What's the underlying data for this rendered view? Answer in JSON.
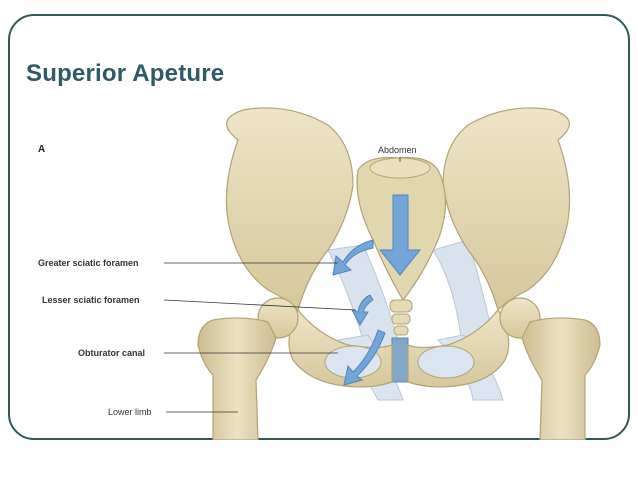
{
  "slide": {
    "title": "Superior Apeture"
  },
  "figure": {
    "panel_letter": "A",
    "labels": {
      "abdomen": "Abdomen",
      "greater_sciatic_foramen": "Greater sciatic foramen",
      "lesser_sciatic_foramen": "Lesser sciatic foramen",
      "obturator_canal": "Obturator canal",
      "lower_limb": "Lower limb"
    },
    "colors": {
      "frame": "#2e5a5a",
      "title": "#2e5a66",
      "bone": "#e6d9b3",
      "bone_shadow": "#c9b98a",
      "ligament": "#d7e1ec",
      "arrow": "#6fa3d6"
    }
  }
}
